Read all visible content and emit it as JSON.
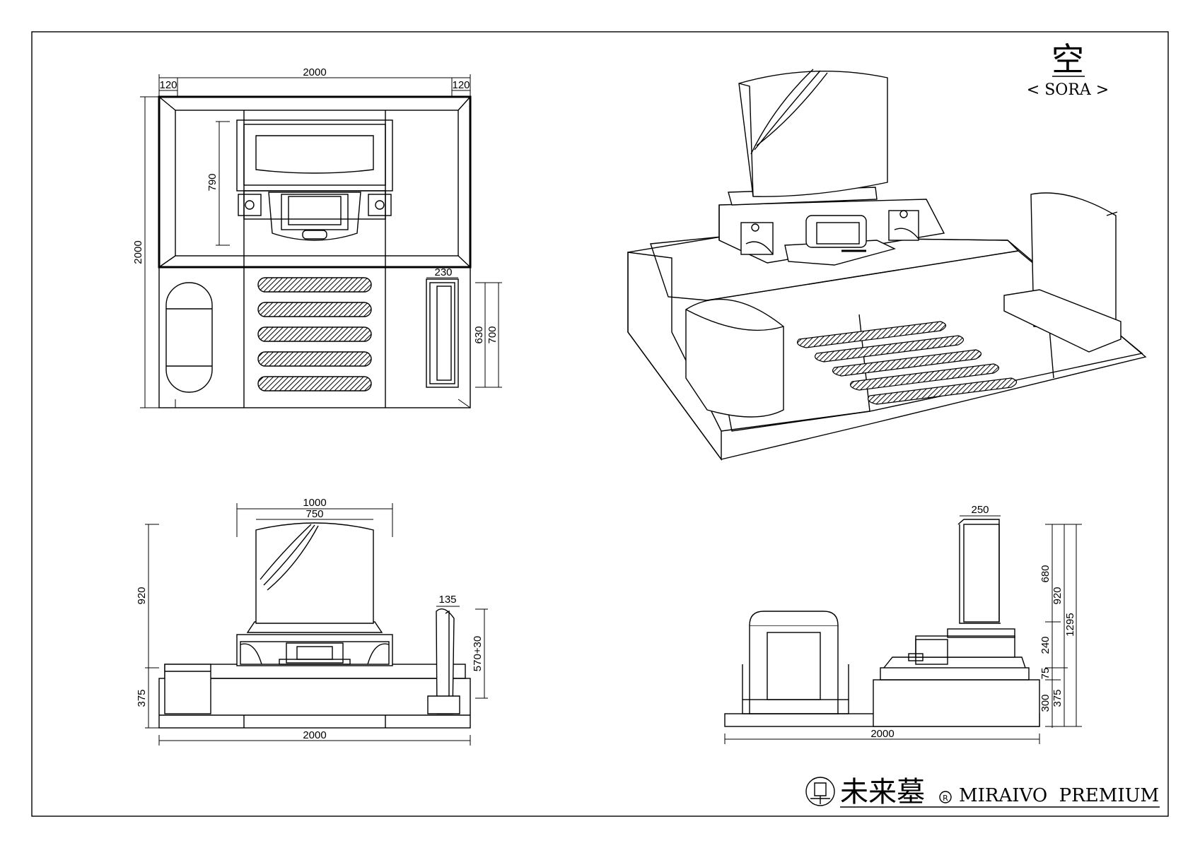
{
  "title": {
    "kanji": "空",
    "roman": "< SORA >"
  },
  "brand": {
    "kanji": "未来墓",
    "mark": "R",
    "latin": "MIRAIVO  PREMIUM"
  },
  "plan_view": {
    "dims": {
      "width": "2000",
      "margin_left": "120",
      "margin_right": "120",
      "depth": "2000",
      "inner_depth": "790",
      "side_width": "230",
      "side_h1": "630",
      "side_h2": "700"
    }
  },
  "front_elevation": {
    "dims": {
      "top_width": "1000",
      "inner_width": "750",
      "height": "920",
      "base_height": "375",
      "side_width": "135",
      "side_height": "570+30",
      "total_width": "2000"
    }
  },
  "side_elevation": {
    "dims": {
      "stone_width": "250",
      "h680": "680",
      "h920": "920",
      "h1295": "1295",
      "h240": "240",
      "h75": "75",
      "h300": "300",
      "h375": "375",
      "total_width": "2000"
    }
  },
  "icons": {
    "logo": "brand-logo-icon",
    "registered": "registered-mark-icon"
  }
}
